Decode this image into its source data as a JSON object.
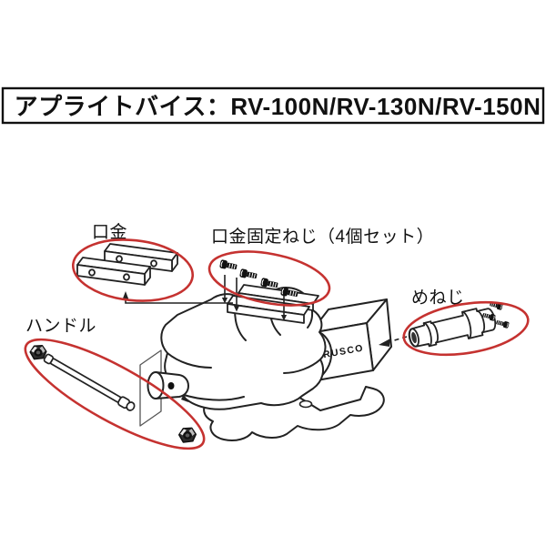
{
  "title": "アプライトバイス：RV-100N/RV-130N/RV-150N",
  "vise": {
    "brand": "TRUSCO"
  },
  "parts": {
    "jaw": {
      "label": "口金"
    },
    "jaw_screws": {
      "label": "口金固定ねじ（4個セット）"
    },
    "female_screw": {
      "label": "めねじ"
    },
    "handle": {
      "label": "ハンドル"
    }
  },
  "colors": {
    "highlight_red": "#c53230",
    "line": "#222222",
    "background": "#ffffff"
  }
}
